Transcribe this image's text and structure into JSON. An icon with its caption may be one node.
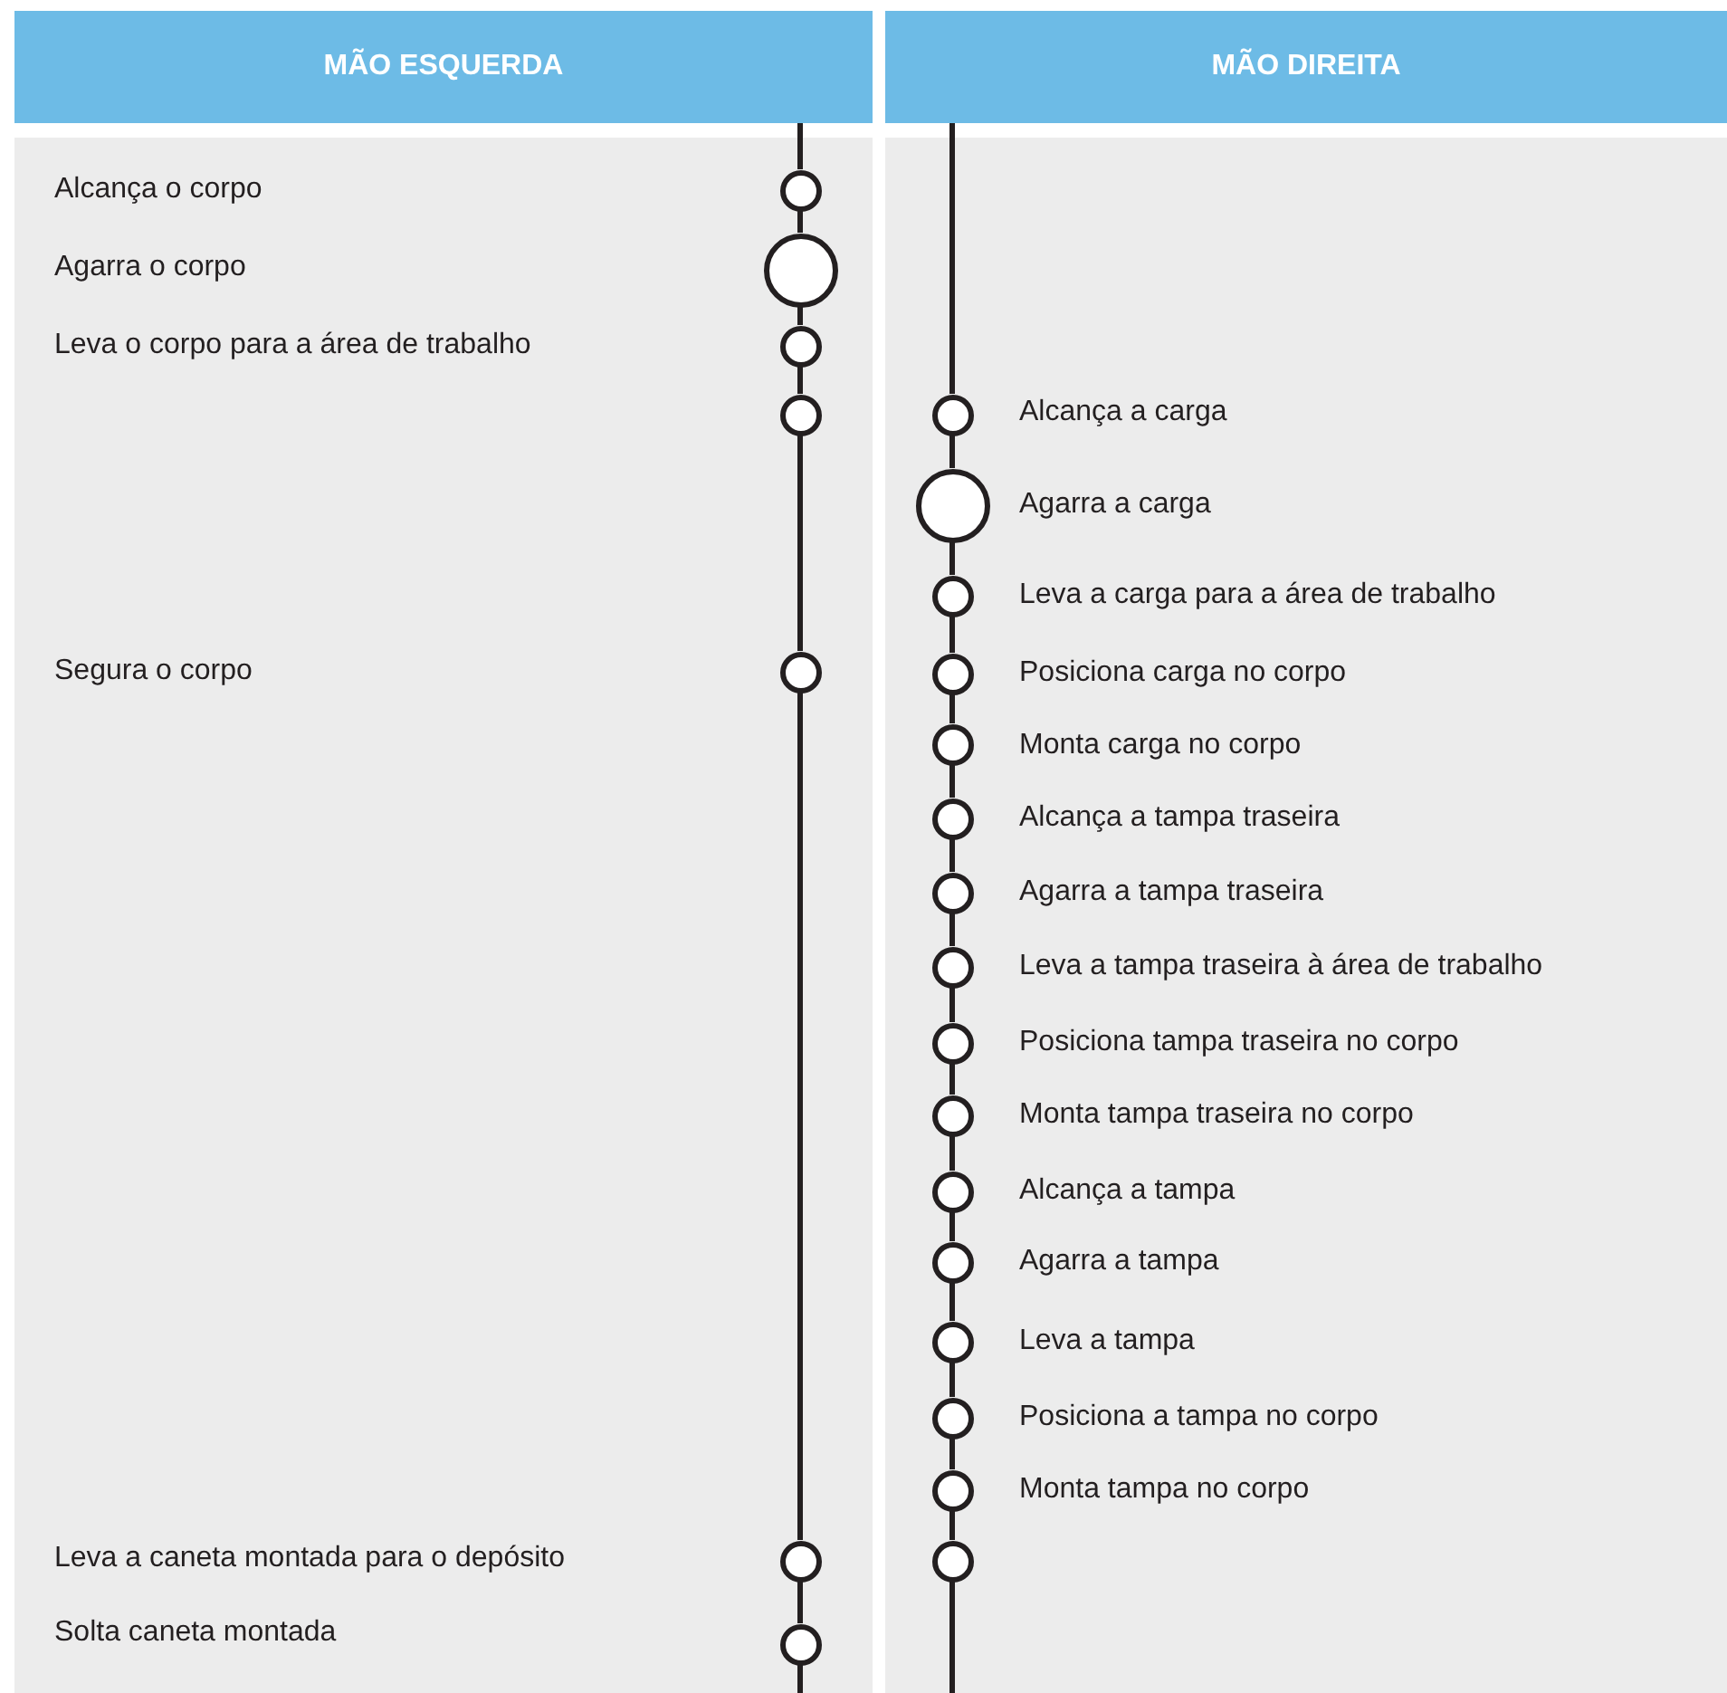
{
  "diagram": {
    "nodes": [
      {
        "text": [
          "MÃO ESQUERDA"
        ]
      },
      {
        "text": [
          "MÃO DIREITA"
        ]
      },
      {
        "text": [],
        "shape": "circle"
      },
      {
        "text": [],
        "shape": "circle"
      },
      {
        "text": [],
        "shape": "circle"
      },
      {
        "text": [],
        "shape": "circle"
      },
      {
        "text": [],
        "shape": "circle"
      },
      {
        "text": [],
        "shape": "circle"
      },
      {
        "text": [],
        "shape": "circle"
      },
      {
        "text": [],
        "shape": "circle",
        "beside": [
          "Alcança a carga"
        ]
      },
      {
        "text": [],
        "shape": "circle",
        "beside": [
          "Agarra a carga"
        ]
      },
      {
        "text": [],
        "shape": "circle",
        "beside": [
          "Leva a carga para a área de trabalho"
        ]
      },
      {
        "text": [],
        "shape": "circle",
        "beside": [
          "Posiciona carga no corpo"
        ]
      },
      {
        "text": [],
        "shape": "circle",
        "beside": [
          "Monta carga no corpo"
        ]
      },
      {
        "text": [],
        "shape": "circle",
        "beside": [
          "Alcança a tampa traseira"
        ]
      },
      {
        "text": [],
        "shape": "circle",
        "beside": [
          "Agarra a tampa traseira"
        ]
      },
      {
        "text": [],
        "shape": "circle",
        "beside": [
          "Leva a tampa traseira à área de trabalho"
        ]
      },
      {
        "text": [],
        "shape": "circle",
        "beside": [
          "Posiciona tampa traseira no corpo"
        ]
      },
      {
        "text": [],
        "shape": "circle",
        "beside": [
          "Monta tampa traseira no corpo"
        ]
      },
      {
        "text": [],
        "shape": "circle",
        "beside": [
          "Alcança a tampa"
        ]
      },
      {
        "text": [],
        "shape": "circle",
        "beside": [
          "Agarra a tampa"
        ]
      },
      {
        "text": [],
        "shape": "circle",
        "beside": [
          "Leva a tampa"
        ]
      },
      {
        "text": [],
        "shape": "circle",
        "beside": [
          "Posiciona a tampa no corpo"
        ]
      },
      {
        "text": [],
        "shape": "circle",
        "beside": [
          "Monta tampa no corpo"
        ]
      },
      {
        "text": [],
        "shape": "circle"
      }
    ],
    "edges": [
      {
        "from": 0,
        "to": 2,
        "arrow": "none"
      },
      {
        "from": 2,
        "to": 3,
        "arrow": "none"
      },
      {
        "from": 3,
        "to": 4,
        "arrow": "none"
      },
      {
        "from": 4,
        "to": 5,
        "arrow": "none"
      },
      {
        "from": 5,
        "to": 6,
        "arrow": "none"
      },
      {
        "from": 6,
        "to": 7,
        "arrow": "none"
      },
      {
        "from": 7,
        "to": 8,
        "arrow": "none"
      },
      {
        "from": 8,
        "to": null,
        "arrow": "none"
      },
      {
        "from": 1,
        "to": 9,
        "arrow": "none"
      },
      {
        "from": 9,
        "to": 10,
        "arrow": "none"
      },
      {
        "from": 10,
        "to": 11,
        "arrow": "none"
      },
      {
        "from": 11,
        "to": 12,
        "arrow": "none"
      },
      {
        "from": 12,
        "to": 13,
        "arrow": "none"
      },
      {
        "from": 13,
        "to": 14,
        "arrow": "none"
      },
      {
        "from": 14,
        "to": 15,
        "arrow": "none"
      },
      {
        "from": 15,
        "to": 16,
        "arrow": "none"
      },
      {
        "from": 16,
        "to": 17,
        "arrow": "none"
      },
      {
        "from": 17,
        "to": 18,
        "arrow": "none"
      },
      {
        "from": 18,
        "to": 19,
        "arrow": "none"
      },
      {
        "from": 19,
        "to": 20,
        "arrow": "none"
      },
      {
        "from": 20,
        "to": 21,
        "arrow": "none"
      },
      {
        "from": 21,
        "to": 22,
        "arrow": "none"
      },
      {
        "from": 22,
        "to": 23,
        "arrow": "none"
      },
      {
        "from": 23,
        "to": 24,
        "arrow": "none"
      },
      {
        "from": 24,
        "to": null,
        "arrow": "none"
      }
    ],
    "labels": [
      "Alcança o corpo",
      "Agarra o corpo",
      "Leva o corpo para a área de trabalho",
      "Segura o corpo",
      "Leva a caneta montada para o depósito",
      "Solta caneta montada"
    ]
  }
}
